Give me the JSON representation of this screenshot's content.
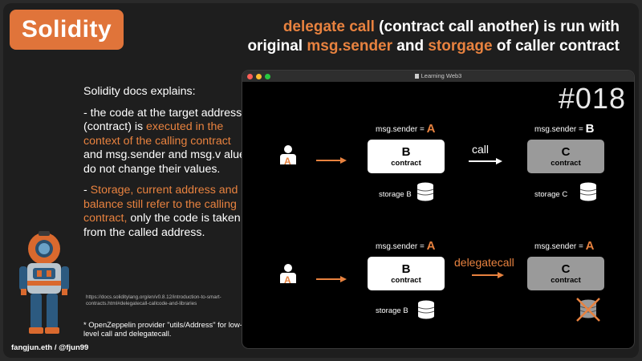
{
  "badge": {
    "label": "Solidity"
  },
  "headline": {
    "line1": {
      "orange": "delegate call",
      "white": " (contract call another) is run with"
    },
    "line2": {
      "w1": "original ",
      "o1": "msg.sender",
      "w2": " and ",
      "o2": "storgage",
      "w3": " of caller contract"
    }
  },
  "left": {
    "intro": "Solidity docs explains:",
    "p1": {
      "white1": "- the code at the target address (contract) is ",
      "orange": "executed in the context of the calling contract",
      "white2": " and msg.sender and msg.v alue do not change their values."
    },
    "p2": {
      "white1": "- ",
      "orange": "Storage, current address and balance still refer to the calling contract,",
      "white2": " only the code is taken from the called address."
    },
    "link": "https://docs.soliditylang.org/en/v0.8.12/introduction-to-smart-contracts.html#delegatecall-callcode-and-libraries",
    "oz_note": "* OpenZeppelin provider \"utils/Address\" for low-level call and delegatecall."
  },
  "author": "fangjun.eth / @fjun99",
  "window": {
    "title": "Learning Web3",
    "number": "#018",
    "row1": {
      "actor_letter": "A",
      "b_sender_label": "msg.sender = ",
      "b_sender_value": "A",
      "b_letter": "B",
      "b_sub": "contract",
      "b_storage": "storage B",
      "op_label": "call",
      "c_sender_label": "msg.sender = ",
      "c_sender_value": "B",
      "c_letter": "C",
      "c_sub": "contract",
      "c_storage": "storage C"
    },
    "row2": {
      "actor_letter": "A",
      "b_sender_label": "msg.sender = ",
      "b_sender_value": "A",
      "b_letter": "B",
      "b_sub": "contract",
      "b_storage": "storage B",
      "op_label": "delegatecall",
      "c_sender_label": "msg.sender = ",
      "c_sender_value": "A",
      "c_letter": "C",
      "c_sub": "contract"
    }
  },
  "colors": {
    "accent": "#e8823f",
    "badge": "#e0743a",
    "gray_box": "#9a9a9a"
  },
  "icons": [
    "person-icon",
    "arrow-right-icon",
    "database-icon",
    "database-crossed-icon",
    "doc-icon",
    "robot-mascot"
  ]
}
